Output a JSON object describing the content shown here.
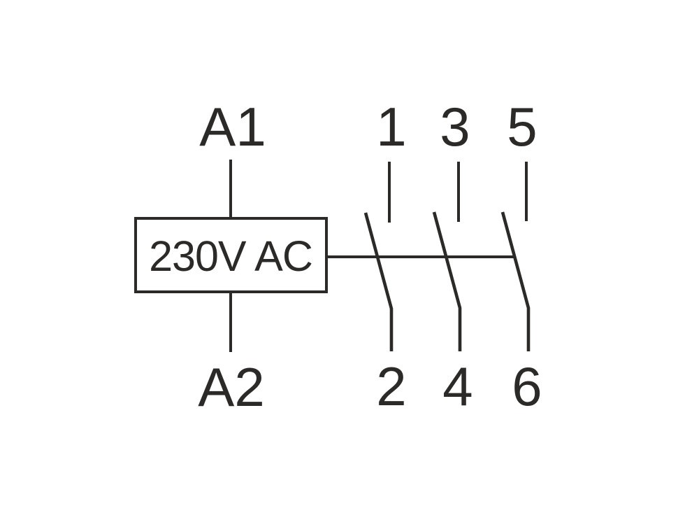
{
  "diagram": {
    "type": "contactor-wiring-schematic",
    "coil": {
      "label": "230V AC",
      "top_terminal": "A1",
      "bottom_terminal": "A2"
    },
    "poles": [
      {
        "top_terminal": "1",
        "bottom_terminal": "2"
      },
      {
        "top_terminal": "3",
        "bottom_terminal": "4"
      },
      {
        "top_terminal": "5",
        "bottom_terminal": "6"
      }
    ],
    "colors": {
      "line": "#2b2a29",
      "background": "#ffffff"
    }
  }
}
